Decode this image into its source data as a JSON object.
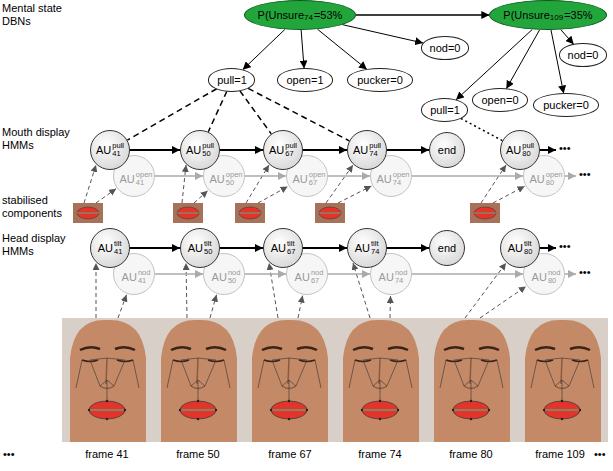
{
  "diagram": {
    "nodes": [
      {
        "text": [
          "P(Unsure",
          "74",
          "=53%"
        ]
      },
      {
        "text": [
          "pull=1"
        ]
      },
      {
        "text": [
          "open=1"
        ]
      },
      {
        "text": [
          "pucker=0"
        ]
      },
      {
        "text": [
          "nod=0"
        ]
      },
      {
        "text": [
          "P(Unsure",
          "109",
          "=35%"
        ]
      },
      {
        "text": [
          "pull=1"
        ]
      },
      {
        "text": [
          "open=0"
        ]
      },
      {
        "text": [
          "pucker=0"
        ]
      },
      {
        "text": [
          "nod=0"
        ]
      },
      {
        "text": [
          "AU",
          "pull",
          "41"
        ]
      },
      {
        "text": [
          "AU",
          "pull",
          "50"
        ]
      },
      {
        "text": [
          "AU",
          "pull",
          "67"
        ]
      },
      {
        "text": [
          "AU",
          "pull",
          "74"
        ]
      },
      {
        "text": [
          "end"
        ]
      },
      {
        "text": [
          "AU",
          "pull",
          "80"
        ]
      },
      {
        "text": [
          "AU",
          "open",
          "41"
        ]
      },
      {
        "text": [
          "AU",
          "open",
          "50"
        ]
      },
      {
        "text": [
          "AU",
          "open",
          "67"
        ]
      },
      {
        "text": [
          "AU",
          "open",
          "74"
        ]
      },
      {
        "text": [
          "AU",
          "open",
          "80"
        ]
      },
      {
        "text": [
          "AU",
          "tilt",
          "41"
        ]
      },
      {
        "text": [
          "AU",
          "tilt",
          "50"
        ]
      },
      {
        "text": [
          "AU",
          "tilt",
          "67"
        ]
      },
      {
        "text": [
          "AU",
          "tilt",
          "74"
        ]
      },
      {
        "text": [
          "end"
        ]
      },
      {
        "text": [
          "AU",
          "tilt",
          "80"
        ]
      },
      {
        "text": [
          "AU",
          "nod",
          "41"
        ]
      },
      {
        "text": [
          "AU",
          "nod",
          "50"
        ]
      },
      {
        "text": [
          "AU",
          "nod",
          "67"
        ]
      },
      {
        "text": [
          "AU",
          "nod",
          "74"
        ]
      },
      {
        "text": [
          "AU",
          "nod",
          "80"
        ]
      }
    ],
    "edges": [
      {
        "from": 0,
        "to": 5,
        "arrow": "to"
      },
      {
        "from": 0,
        "to": 1,
        "arrow": "to"
      },
      {
        "from": 0,
        "to": 2,
        "arrow": "to"
      },
      {
        "from": 0,
        "to": 3,
        "arrow": "to"
      },
      {
        "from": 0,
        "to": 4,
        "arrow": "to"
      },
      {
        "from": 5,
        "to": 6,
        "arrow": "to"
      },
      {
        "from": 5,
        "to": 7,
        "arrow": "to"
      },
      {
        "from": 5,
        "to": 8,
        "arrow": "to"
      },
      {
        "from": 5,
        "to": 9,
        "arrow": "to"
      },
      {
        "from": 1,
        "to": 10,
        "arrow": "none"
      },
      {
        "from": 1,
        "to": 11,
        "arrow": "none"
      },
      {
        "from": 1,
        "to": 12,
        "arrow": "none"
      },
      {
        "from": 1,
        "to": 13,
        "arrow": "none"
      },
      {
        "from": 6,
        "to": 15,
        "arrow": "none"
      },
      {
        "from": 10,
        "to": 11,
        "arrow": "to"
      },
      {
        "from": 11,
        "to": 12,
        "arrow": "to"
      },
      {
        "from": 12,
        "to": 13,
        "arrow": "to"
      },
      {
        "from": 13,
        "to": 14,
        "arrow": "to"
      },
      {
        "from": 16,
        "to": 17,
        "arrow": "to"
      },
      {
        "from": 17,
        "to": 18,
        "arrow": "to"
      },
      {
        "from": 18,
        "to": 19,
        "arrow": "to"
      },
      {
        "from": 19,
        "to": 20,
        "arrow": "to"
      },
      {
        "from": 21,
        "to": 22,
        "arrow": "to"
      },
      {
        "from": 22,
        "to": 23,
        "arrow": "to"
      },
      {
        "from": 23,
        "to": 24,
        "arrow": "to"
      },
      {
        "from": 24,
        "to": 25,
        "arrow": "to"
      },
      {
        "from": 27,
        "to": 28,
        "arrow": "to"
      },
      {
        "from": 28,
        "to": 29,
        "arrow": "to"
      },
      {
        "from": 29,
        "to": 30,
        "arrow": "to"
      },
      {
        "from": 30,
        "to": 31,
        "arrow": "to"
      }
    ],
    "labels": [
      "Mental state DBNs",
      "Mouth display HMMs",
      "stabilised components",
      "Head display HMMs",
      "•••",
      "•••",
      "•••",
      "•••",
      "•••",
      "frame 41",
      "frame 50",
      "frame 67",
      "frame 74",
      "frame 80",
      "frame 109",
      "•••"
    ]
  }
}
